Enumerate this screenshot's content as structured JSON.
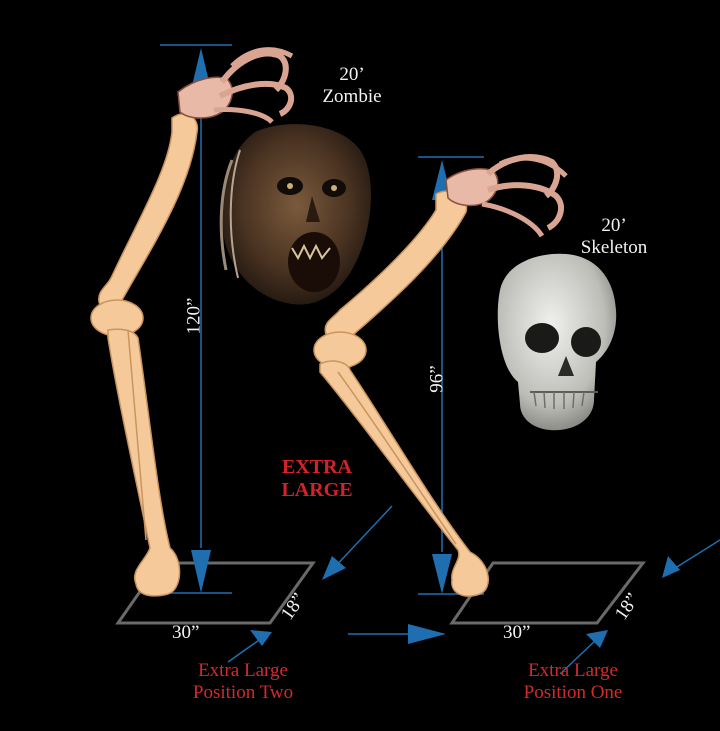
{
  "zombie": {
    "title_line1": "20’",
    "title_line2": "Zombie",
    "height": "120”",
    "width": "30”",
    "depth": "18”",
    "position_line1": "Extra Large",
    "position_line2": "Position Two"
  },
  "skeleton": {
    "title_line1": "20’",
    "title_line2": "Skeleton",
    "height": "96”",
    "width": "30”",
    "depth": "18”",
    "position_line1": "Extra Large",
    "position_line2": "Position One"
  },
  "size_label_line1": "EXTRA",
  "size_label_line2": "LARGE",
  "colors": {
    "background": "#000000",
    "bone": "#f6c99a",
    "bone_outline": "#c9955f",
    "arrow": "#1f6fb0",
    "base_plate": "#6a6a6a",
    "label_red": "#d2232a"
  },
  "icons": [
    "zombie-head-icon",
    "skull-icon",
    "claw-hand-icon",
    "leg-bone-icon"
  ]
}
